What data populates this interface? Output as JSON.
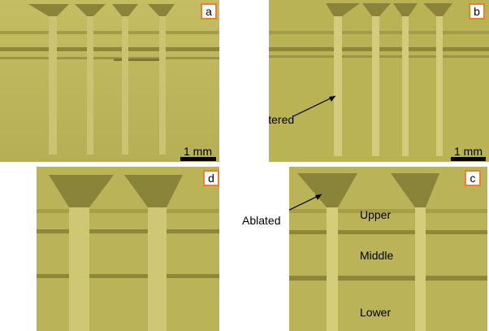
{
  "panels": {
    "a": {
      "label": "a",
      "scale": "1 mm"
    },
    "b": {
      "label": "b",
      "scale": "1 mm",
      "annotation": "Sintered"
    },
    "c": {
      "label": "c",
      "annotation": "Ablated",
      "zones": [
        "Upper",
        "Middle",
        "Lower"
      ]
    },
    "d": {
      "label": "d"
    }
  },
  "colors": {
    "background": "#bdb55a",
    "struct": "#7d7530",
    "bright": "#e8e39a",
    "label_border": "#f07f2d"
  }
}
